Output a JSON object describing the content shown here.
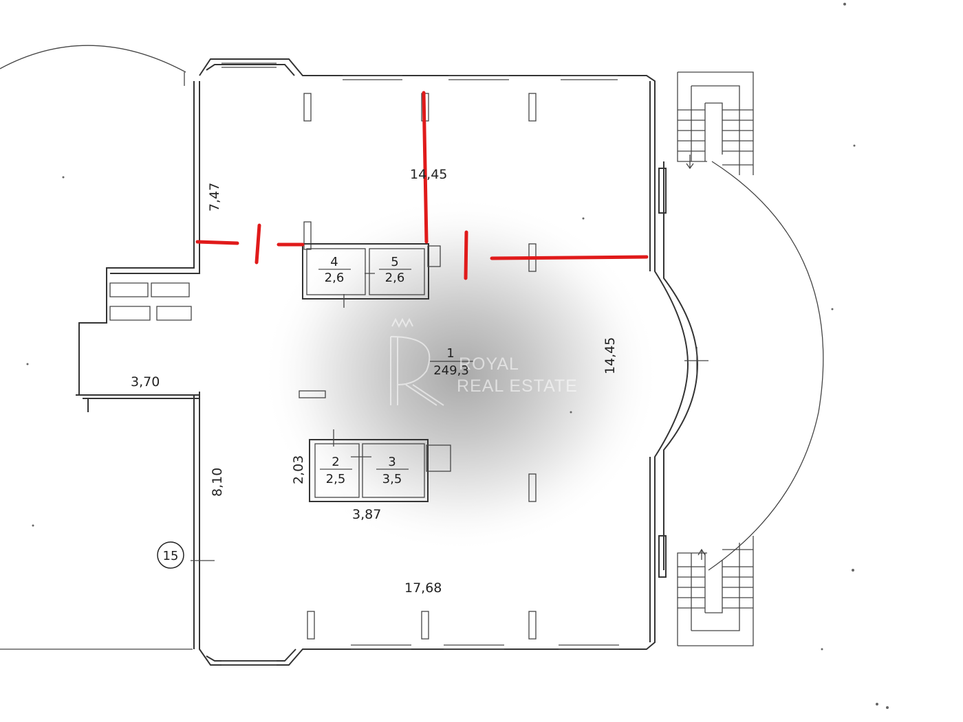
{
  "dimensions": {
    "top_width": "14,45",
    "right_height": "14,45",
    "bottom_width": "17,68",
    "left_upper": "7,47",
    "left_lower": "8,10",
    "annex_width": "3,70",
    "wc_height": "2,03",
    "wc_width": "3,87"
  },
  "rooms": [
    {
      "number": "1",
      "area": "249,3"
    },
    {
      "number": "2",
      "area": "2,5"
    },
    {
      "number": "3",
      "area": "3,5"
    },
    {
      "number": "4",
      "area": "2,6"
    },
    {
      "number": "5",
      "area": "2,6"
    }
  ],
  "marker": "15",
  "watermark": {
    "line1": "ROYAL",
    "line2": "REAL ESTATE"
  },
  "colors": {
    "partition": "#e01a1a",
    "wall": "#333333",
    "shadow": "#bdbdbd"
  }
}
